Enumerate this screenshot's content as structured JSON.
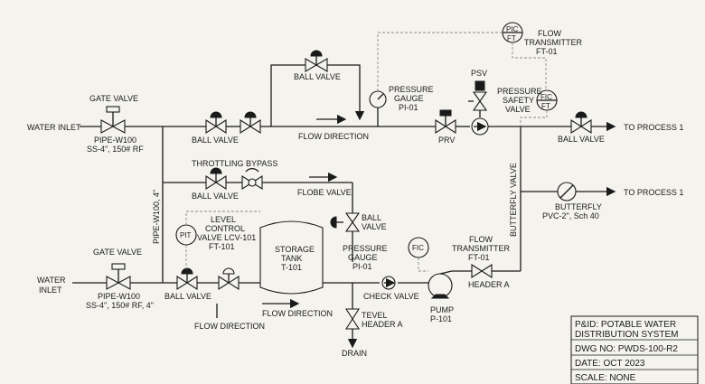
{
  "labels": {
    "water_inlet_1": "WATER INLET",
    "gate_valve_1": "GATE VALVE",
    "pipe_w100_a": "PIPE-W100",
    "pipe_spec_a": "SS-4\", 150# RF",
    "ball_valve_top": "BALL VALVE",
    "ball_valve_a": "BALL VALVE",
    "flow_direction_top": "FLOW DIRECTION",
    "pressure_gauge_top_1": "PRESSURE",
    "pressure_gauge_top_2": "GAUGE",
    "pressure_gauge_top_3": "PI-01",
    "prv": "PRV",
    "psv": "PSV",
    "pic": "PIC",
    "ft": "FT",
    "flow_transmitter_top_1": "FLOW",
    "flow_transmitter_top_2": "TRANSMITTER",
    "flow_transmitter_top_3": "FT-01",
    "pressure_safety_1": "PRESSURE",
    "pressure_safety_2": "SAFETY",
    "pressure_safety_3": "VALVE",
    "fic": "FIC",
    "ball_valve_right": "BALL VALVE",
    "to_process_1a": "TO PROCESS 1",
    "throttling_bypass": "THROTTLING BYPASS",
    "ball_valve_bypass": "BALL VALVE",
    "flobe_valve": "FLOBE VALVE",
    "ball_valve_v1": "BALL",
    "ball_valve_v2": "VALVE",
    "butterfly_valve_vert": "BUTTERFLY VALVE",
    "butterfly": "BUTTERFLY",
    "butterfly_spec": "PVC-2\", Sch 40",
    "to_process_1b": "TO PROCESS 1",
    "pipe_w100_vert": "PIPE-W100, 4\"",
    "pit": "PIT",
    "level_control_1": "LEVEL",
    "level_control_2": "CONTROL",
    "level_control_3": "VALVE LCV-101",
    "level_control_4": "FT-101",
    "storage_tank_1": "STORAGE",
    "storage_tank_2": "TANK",
    "storage_tank_3": "T-101",
    "pressure_gauge_low_1": "PRESSURE",
    "pressure_gauge_low_2": "GAUGE",
    "pressure_gauge_low_3": "PI-01",
    "fic_low": "FIC",
    "flow_transmitter_low_1": "FLOW",
    "flow_transmitter_low_2": "TRANSMITTER",
    "flow_transmitter_low_3": "FT-01",
    "water_inlet_2a": "WATER",
    "water_inlet_2b": "INLET",
    "gate_valve_2": "GATE VALVE",
    "pipe_w100_b": "PIPE-W100",
    "pipe_spec_b": "SS-4\", 150# RF, 4\"",
    "ball_valve_low": "BALL VALVE",
    "check_valve": "CHECK VALVE",
    "header_a_right": "HEADER A",
    "flow_direction_mid": "FLOW DIRECTION",
    "flow_direction_low": "FLOW DIRECTION",
    "tevel_1": "TEVEL",
    "tevel_2": "HEADER A",
    "pump_1": "PUMP",
    "pump_2": "P-101",
    "drain": "DRAIN"
  },
  "title_block": {
    "line1": "P&ID: POTABLE WATER",
    "line2": "DISTRIBUTION SYSTEM",
    "dwg": "DWG NO: PWDS-100-R2",
    "date": "DATE: OCT 2023",
    "scale": "SCALE: NONE"
  }
}
